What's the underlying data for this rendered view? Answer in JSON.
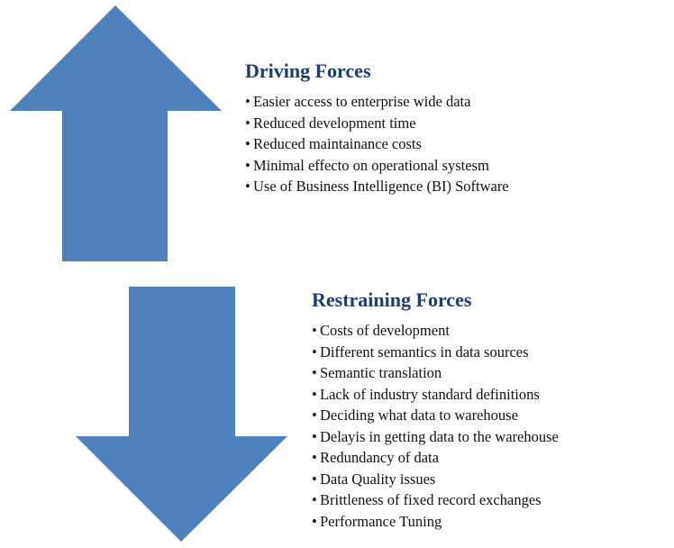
{
  "colors": {
    "arrow": "#4f81bd",
    "title": "#1f3c73",
    "text": "#111111"
  },
  "driving": {
    "title": "Driving Forces",
    "items": [
      "Easier access to enterprise wide data",
      "Reduced development time",
      "Reduced maintainance costs",
      "Minimal effecto on operational systesm",
      "Use of Business Intelligence (BI) Software"
    ]
  },
  "restraining": {
    "title": "Restraining Forces",
    "items": [
      "Costs of development",
      "Different semantics in data sources",
      "Semantic translation",
      "Lack of industry standard definitions",
      "Deciding what data to warehouse",
      "Delayis in getting data to the warehouse",
      "Redundancy of data",
      "Data Quality issues",
      "Brittleness of fixed record exchanges",
      "Performance Tuning"
    ]
  }
}
